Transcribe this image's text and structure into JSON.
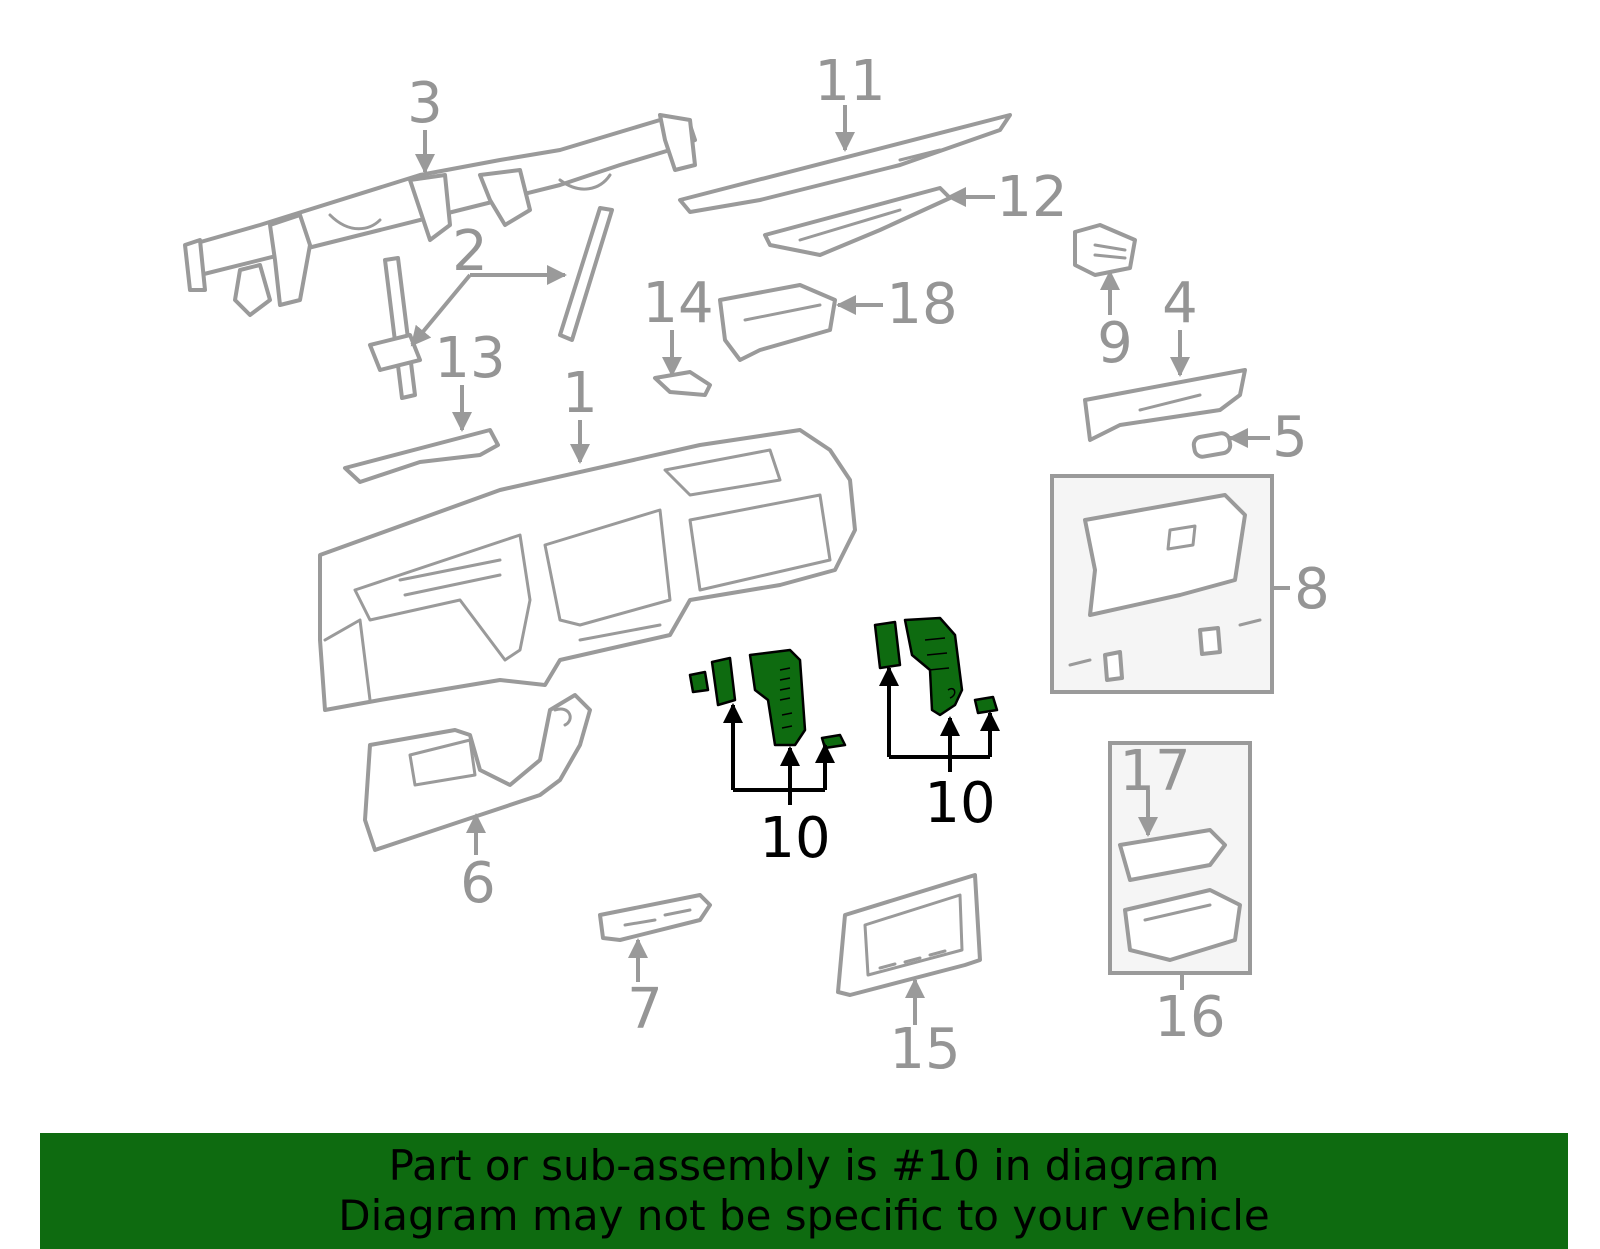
{
  "callouts": {
    "c1": "1",
    "c2": "2",
    "c3": "3",
    "c4": "4",
    "c5": "5",
    "c6": "6",
    "c7": "7",
    "c8": "8",
    "c9": "9",
    "c10a": "10",
    "c10b": "10",
    "c11": "11",
    "c12": "12",
    "c13": "13",
    "c14": "14",
    "c15": "15",
    "c16": "16",
    "c17": "17",
    "c18": "18"
  },
  "banner": {
    "line1": "Part or sub-assembly is #10 in diagram",
    "line2": "Diagram may not be specific to your vehicle"
  },
  "colors": {
    "highlight": "#0e6b10",
    "part_stroke": "#9a9a9a",
    "callout_gray": "#959595"
  }
}
